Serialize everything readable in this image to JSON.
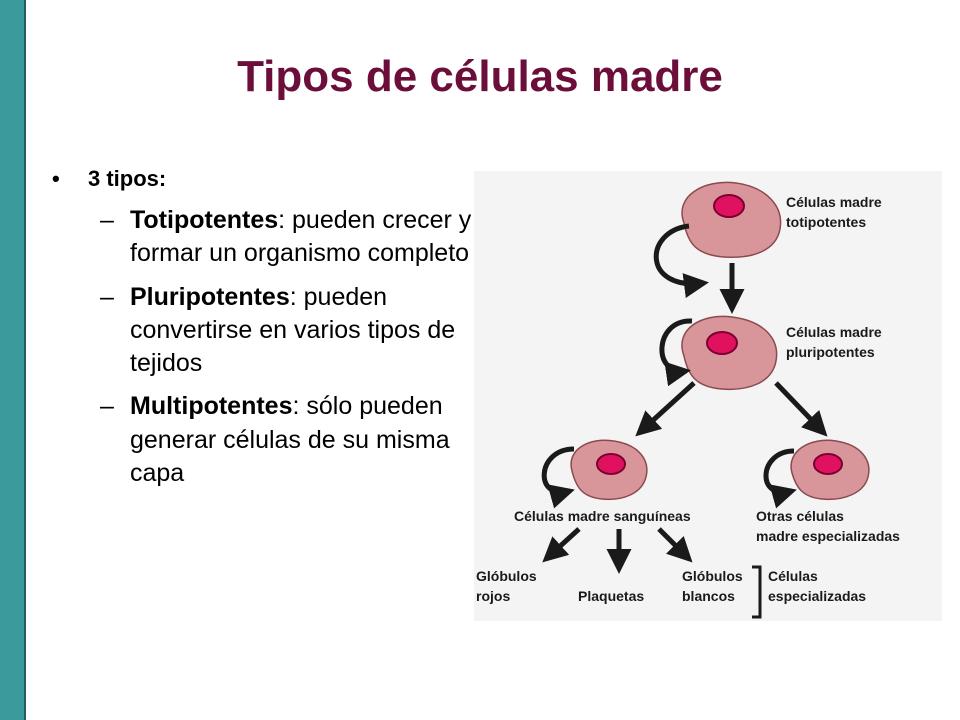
{
  "slide": {
    "title": "Tipos de células madre",
    "bullet": "3 tipos:",
    "dash": "–",
    "dot": "•",
    "items": [
      {
        "term": "Totipotentes",
        "desc": ": pueden crecer y formar un organismo completo"
      },
      {
        "term": "Pluripotentes",
        "desc": ": pueden convertirse en varios tipos de tejidos"
      },
      {
        "term": "Multipotentes",
        "desc": ": sólo pueden generar células de su misma capa"
      }
    ]
  },
  "diagram": {
    "colors": {
      "cell": "#d9969a",
      "cell_edge": "#8a4a4e",
      "nucleus": "#e0115f",
      "nucleus_edge": "#7a0030",
      "arrow": "#1a1a1a",
      "panel": "#f4f4f4"
    },
    "labels": {
      "totipotentes_1": "Células madre",
      "totipotentes_2": "totipotentes",
      "pluripotentes_1": "Células madre",
      "pluripotentes_2": "pluripotentes",
      "sanguineas": "Células madre sanguíneas",
      "otras_1": "Otras células",
      "otras_2": "madre especializadas",
      "globulos_rojos_1": "Glóbulos",
      "globulos_rojos_2": "rojos",
      "plaquetas": "Plaquetas",
      "globulos_blancos_1": "Glóbulos",
      "globulos_blancos_2": "blancos",
      "especializadas_1": "Células",
      "especializadas_2": "especializadas"
    }
  }
}
